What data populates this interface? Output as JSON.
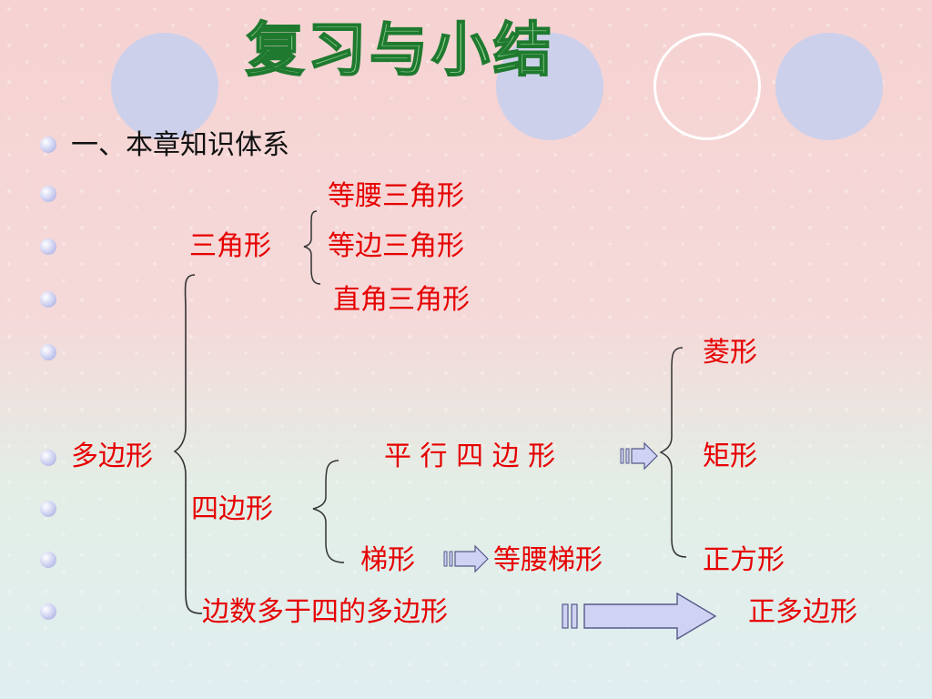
{
  "slide": {
    "title": "复习与小结",
    "heading": "一、本章知识体系"
  },
  "diagram": {
    "polygon": "多边形",
    "triangle": "三角形",
    "isosceles_triangle": "等腰三角形",
    "equilateral_triangle": "等边三角形",
    "right_triangle": "直角三角形",
    "quadrilateral": "四边形",
    "parallelogram": "平 行 四 边 形",
    "trapezoid": "梯形",
    "isosceles_trapezoid": "等腰梯形",
    "rhombus": "菱形",
    "rectangle": "矩形",
    "square": "正方形",
    "more_than_four": "边数多于四的多边形",
    "regular_polygon": "正多边形"
  },
  "colors": {
    "text_red": "#e60000",
    "heading_black": "#111111",
    "title_fill": "#8fd08f",
    "title_stroke": "#1f7a2f",
    "arrow_fill": "#cfd2f2",
    "arrow_stroke": "#555a8a"
  }
}
